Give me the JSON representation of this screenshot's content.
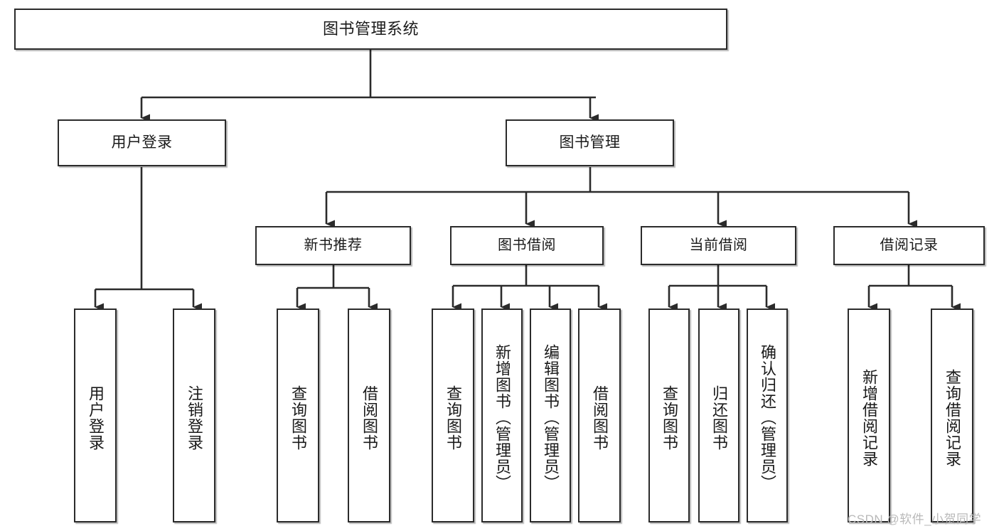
{
  "diagram": {
    "title": "图书管理系统",
    "type": "functional-structure-tree",
    "watermark": "CSDN @软件_小贺同学",
    "colors": {
      "stroke": "#2b2b2b",
      "fill": "#ffffff",
      "text": "#1a1a1a",
      "watermark": "#b9b9b9"
    },
    "levels": {
      "root": "图书管理系统",
      "level2": [
        "用户登录",
        "图书管理"
      ],
      "level3": [
        "新书推荐",
        "图书借阅",
        "当前借阅",
        "借阅记录"
      ]
    },
    "nodes": {
      "root": {
        "label": "图书管理系统"
      },
      "user_login": {
        "label": "用户登录"
      },
      "book_manage": {
        "label": "图书管理"
      },
      "new_book_rec": {
        "label": "新书推荐"
      },
      "book_borrow": {
        "label": "图书借阅"
      },
      "current_borrow": {
        "label": "当前借阅"
      },
      "borrow_record": {
        "label": "借阅记录"
      },
      "leaf_user_login": {
        "label": "用户登录"
      },
      "leaf_logout": {
        "label": "注销登录"
      },
      "leaf_query_book_1": {
        "label": "查询图书"
      },
      "leaf_borrow_book_1": {
        "label": "借阅图书"
      },
      "leaf_query_book_2": {
        "label": "查询图书"
      },
      "leaf_add_book": {
        "label": "新增图书（管理员）"
      },
      "leaf_edit_book": {
        "label": "编辑图书（管理员）"
      },
      "leaf_borrow_book_2": {
        "label": "借阅图书"
      },
      "leaf_query_book_3": {
        "label": "查询图书"
      },
      "leaf_return_book": {
        "label": "归还图书"
      },
      "leaf_confirm_return": {
        "label": "确认归还（管理员）"
      },
      "leaf_add_record": {
        "label": "新增借阅记录"
      },
      "leaf_query_record": {
        "label": "查询借阅记录"
      }
    },
    "edges": [
      {
        "from": "图书管理系统",
        "to": "用户登录"
      },
      {
        "from": "图书管理系统",
        "to": "图书管理"
      },
      {
        "from": "用户登录",
        "to": "用户登录"
      },
      {
        "from": "用户登录",
        "to": "注销登录"
      },
      {
        "from": "图书管理",
        "to": "新书推荐"
      },
      {
        "from": "图书管理",
        "to": "图书借阅"
      },
      {
        "from": "图书管理",
        "to": "当前借阅"
      },
      {
        "from": "图书管理",
        "to": "借阅记录"
      },
      {
        "from": "新书推荐",
        "to": "查询图书"
      },
      {
        "from": "新书推荐",
        "to": "借阅图书"
      },
      {
        "from": "图书借阅",
        "to": "查询图书"
      },
      {
        "from": "图书借阅",
        "to": "新增图书（管理员）"
      },
      {
        "from": "图书借阅",
        "to": "编辑图书（管理员）"
      },
      {
        "from": "图书借阅",
        "to": "借阅图书"
      },
      {
        "from": "当前借阅",
        "to": "查询图书"
      },
      {
        "from": "当前借阅",
        "to": "归还图书"
      },
      {
        "from": "当前借阅",
        "to": "确认归还（管理员）"
      },
      {
        "from": "借阅记录",
        "to": "新增借阅记录"
      },
      {
        "from": "借阅记录",
        "to": "查询借阅记录"
      }
    ]
  }
}
